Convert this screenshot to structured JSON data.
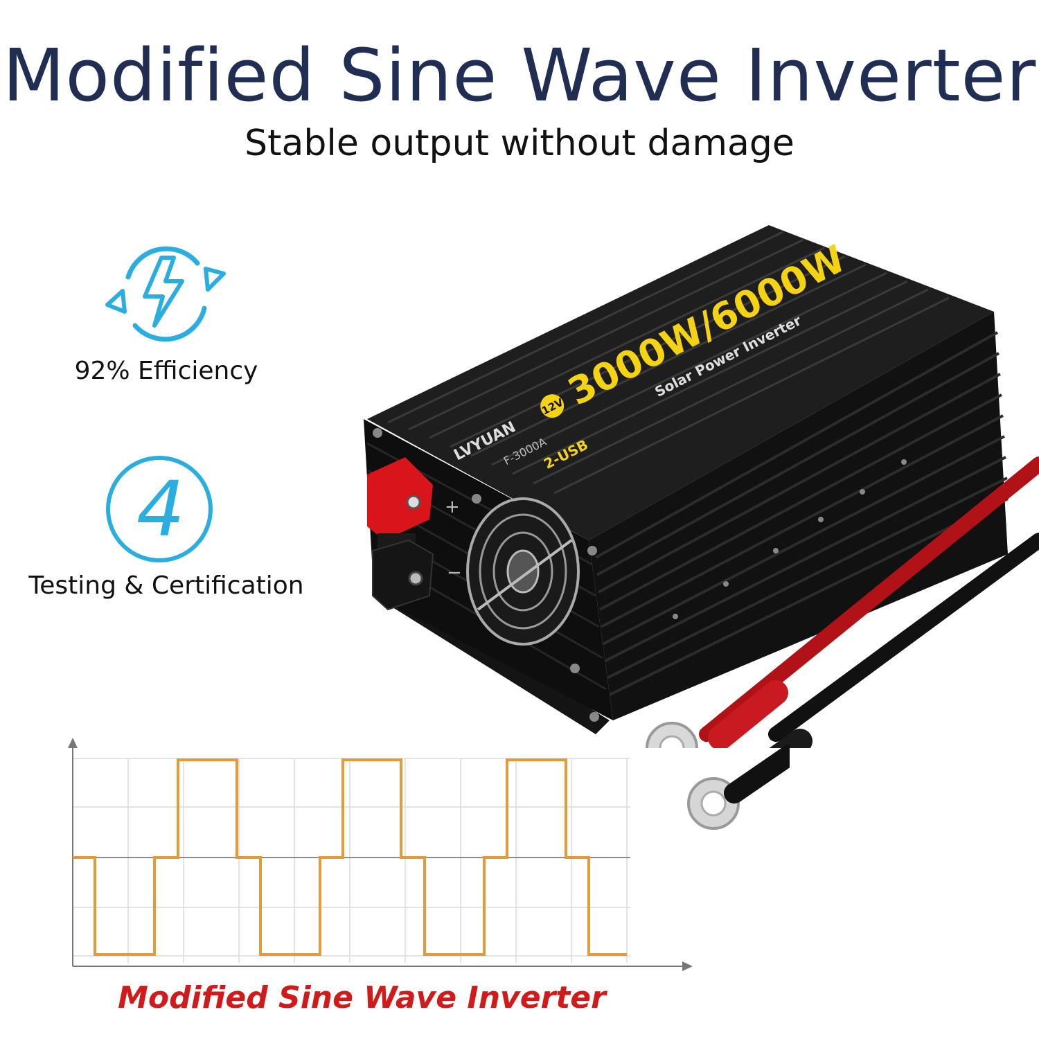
{
  "header": {
    "title": "Modified Sine Wave Inverter",
    "subtitle": "Stable output without damage"
  },
  "features": [
    {
      "icon": "lightning-cycle-icon",
      "label": "92% Efficiency"
    },
    {
      "icon": "number-four-circle-icon",
      "icon_text": "4",
      "label": "Testing & Certification"
    }
  ],
  "product": {
    "brand": "LVYUAN",
    "model": "F-3000A",
    "voltage_badge": "12V",
    "power_rating": "3000W/6000W",
    "product_type": "Solar Power Inverter",
    "usb_label": "2-USB",
    "terminal_plus": "+",
    "terminal_minus": "−"
  },
  "chart": {
    "caption": "Modified Sine Wave Inverter",
    "colors": {
      "wave": "#e39a3a",
      "grid": "#dcdcdc",
      "axis": "#666666",
      "caption": "#d11a1a"
    }
  }
}
